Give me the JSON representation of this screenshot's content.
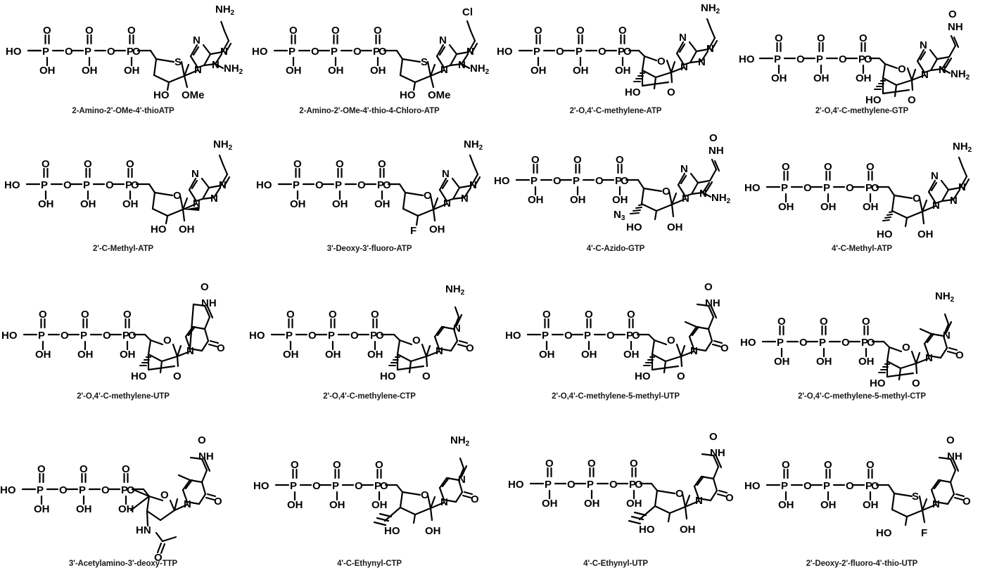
{
  "figure": {
    "type": "chemical-structure-grid",
    "columns": 4,
    "rows": 4,
    "total_structures": 16,
    "background_color": "#ffffff",
    "line_color": "#000000",
    "text_color": "#000000"
  },
  "atom_labels": {
    "ho": "HO",
    "oh": "OH",
    "p": "P",
    "o": "O",
    "n": "N",
    "nh": "NH",
    "s": "S",
    "f": "F",
    "cl": "Cl",
    "nh2_text": "NH",
    "nh2_sub": "2",
    "ome": "OMe",
    "n3_text": "N",
    "n3_sub": "3",
    "hn": "HN"
  },
  "structures": [
    {
      "index": 1,
      "row": 1,
      "col": 1,
      "caption": "2-Amino-2'-OMe-4'-thioATP",
      "base": "2-aminoadenine",
      "sugar": "4'-thio-ribose",
      "phosphates": 3,
      "substituents": [
        "2-NH2",
        "2'-OMe",
        "3'-OH",
        "4'-S"
      ],
      "labels": {
        "ring_hetero": "S",
        "c2_sub": "OMe",
        "c3_sub": "HO",
        "base_nh2_top": "NH2",
        "base_nh2_side": "NH2"
      }
    },
    {
      "index": 2,
      "row": 1,
      "col": 2,
      "caption": "2-Amino-2'-OMe-4'-thio-4-Chloro-ATP",
      "base": "2-amino-6-chloropurine",
      "sugar": "4'-thio-ribose",
      "phosphates": 3,
      "substituents": [
        "6-Cl",
        "2-NH2",
        "2'-OMe",
        "3'-OH",
        "4'-S"
      ],
      "labels": {
        "ring_hetero": "S",
        "c2_sub": "OMe",
        "c3_sub": "HO",
        "base_halogen": "Cl",
        "base_nh2_side": "NH2"
      }
    },
    {
      "index": 3,
      "row": 1,
      "col": 3,
      "caption": "2'-O,4'-C-methylene-ATP",
      "base": "adenine",
      "sugar": "LNA bicyclic ribose",
      "phosphates": 3,
      "substituents": [
        "2'-O,4'-C-methylene bridge",
        "3'-OH"
      ],
      "labels": {
        "ring_hetero": "O",
        "bridge_o": "O",
        "c3_sub": "HO",
        "base_nh2_top": "NH2"
      }
    },
    {
      "index": 4,
      "row": 1,
      "col": 4,
      "caption": "2'-O,4'-C-methylene-GTP",
      "base": "guanine",
      "sugar": "LNA bicyclic ribose",
      "phosphates": 3,
      "substituents": [
        "2'-O,4'-C-methylene bridge",
        "3'-OH"
      ],
      "labels": {
        "ring_hetero": "O",
        "bridge_o": "O",
        "c3_sub": "HO",
        "base_carbonyl": "O",
        "base_nh": "NH",
        "base_nh2_side": "NH2"
      }
    },
    {
      "index": 5,
      "row": 2,
      "col": 1,
      "caption": "2'-C-Methyl-ATP",
      "base": "adenine",
      "sugar": "ribose",
      "phosphates": 3,
      "substituents": [
        "2'-CH3",
        "2'-OH",
        "3'-OH"
      ],
      "labels": {
        "ring_hetero": "O",
        "c2_sub": "OH",
        "c3_sub": "HO",
        "base_nh2_top": "NH2"
      }
    },
    {
      "index": 6,
      "row": 2,
      "col": 2,
      "caption": "3'-Deoxy-3'-fluoro-ATP",
      "base": "adenine",
      "sugar": "3'-deoxy-3'-fluoro-ribose",
      "phosphates": 3,
      "substituents": [
        "3'-F",
        "2'-OH"
      ],
      "labels": {
        "ring_hetero": "O",
        "c2_sub": "OH",
        "c3_sub": "F",
        "base_nh2_top": "NH2"
      }
    },
    {
      "index": 7,
      "row": 2,
      "col": 3,
      "caption": "4'-C-Azido-GTP",
      "base": "guanine",
      "sugar": "ribose",
      "phosphates": 3,
      "substituents": [
        "4'-N3",
        "2'-OH",
        "3'-OH"
      ],
      "labels": {
        "ring_hetero": "O",
        "c4_sub": "N3",
        "c2_sub": "OH",
        "c3_sub": "HO",
        "base_carbonyl": "O",
        "base_nh": "NH",
        "base_nh2_side": "NH2"
      }
    },
    {
      "index": 8,
      "row": 2,
      "col": 4,
      "caption": "4'-C-Methyl-ATP",
      "base": "adenine",
      "sugar": "ribose",
      "phosphates": 3,
      "substituents": [
        "4'-CH3",
        "2'-OH",
        "3'-OH"
      ],
      "labels": {
        "ring_hetero": "O",
        "c2_sub": "OH",
        "c3_sub": "HO",
        "base_nh2_top": "NH2"
      }
    },
    {
      "index": 9,
      "row": 3,
      "col": 1,
      "caption": "2'-O,4'-C-methylene-UTP",
      "base": "uracil",
      "sugar": "LNA bicyclic ribose",
      "phosphates": 3,
      "substituents": [
        "2'-O,4'-C-methylene bridge",
        "3'-OH"
      ],
      "labels": {
        "ring_hetero": "O",
        "bridge_o": "O",
        "c3_sub": "HO",
        "base_o4": "O",
        "base_nh": "NH",
        "base_o2": "O"
      }
    },
    {
      "index": 10,
      "row": 3,
      "col": 2,
      "caption": "2'-O,4'-C-methylene-CTP",
      "base": "cytosine",
      "sugar": "LNA bicyclic ribose",
      "phosphates": 3,
      "substituents": [
        "2'-O,4'-C-methylene bridge",
        "3'-OH"
      ],
      "labels": {
        "ring_hetero": "O",
        "bridge_o": "O",
        "c3_sub": "HO",
        "base_nh2_top": "NH2",
        "base_n": "N",
        "base_o2": "O"
      }
    },
    {
      "index": 11,
      "row": 3,
      "col": 3,
      "caption": "2'-O,4'-C-methylene-5-methyl-UTP",
      "base": "5-methyluracil",
      "sugar": "LNA bicyclic ribose",
      "phosphates": 3,
      "substituents": [
        "5-CH3",
        "2'-O,4'-C-methylene bridge",
        "3'-OH"
      ],
      "labels": {
        "ring_hetero": "O",
        "bridge_o": "O",
        "c3_sub": "HO",
        "base_o4": "O",
        "base_nh": "NH",
        "base_o2": "O"
      }
    },
    {
      "index": 12,
      "row": 3,
      "col": 4,
      "caption": "2'-O,4'-C-methylene-5-methyl-CTP",
      "base": "5-methylcytosine",
      "sugar": "LNA bicyclic ribose",
      "phosphates": 3,
      "substituents": [
        "5-CH3",
        "2'-O,4'-C-methylene bridge",
        "3'-OH"
      ],
      "labels": {
        "ring_hetero": "O",
        "bridge_o": "O",
        "c3_sub": "HO",
        "base_nh2_top": "NH2",
        "base_n": "N",
        "base_o2": "O"
      }
    },
    {
      "index": 13,
      "row": 4,
      "col": 1,
      "caption": "3'-Acetylamino-3'-deoxy-TTP",
      "base": "thymine",
      "sugar": "3'-deoxy-3'-acetamido-ribose",
      "phosphates": 3,
      "substituents": [
        "3'-NHC(O)CH3"
      ],
      "labels": {
        "ring_hetero": "O",
        "amide_hn": "HN",
        "amide_o": "O",
        "base_o4": "O",
        "base_nh": "NH",
        "base_o2": "O"
      }
    },
    {
      "index": 14,
      "row": 4,
      "col": 2,
      "caption": "4'-C-Ethynyl-CTP",
      "base": "cytosine",
      "sugar": "ribose",
      "phosphates": 3,
      "substituents": [
        "4'-C≡CH",
        "2'-OH",
        "3'-OH"
      ],
      "labels": {
        "ring_hetero": "O",
        "c2_sub": "OH",
        "c3_sub": "HO",
        "base_nh2_top": "NH2",
        "base_n": "N",
        "base_o2": "O"
      }
    },
    {
      "index": 15,
      "row": 4,
      "col": 3,
      "caption": "4'-C-Ethynyl-UTP",
      "base": "uracil",
      "sugar": "ribose",
      "phosphates": 3,
      "substituents": [
        "4'-C≡CH",
        "2'-OH",
        "3'-OH"
      ],
      "labels": {
        "ring_hetero": "O",
        "c2_sub": "OH",
        "c3_sub": "HO",
        "base_o4": "O",
        "base_nh": "NH",
        "base_o2": "O"
      }
    },
    {
      "index": 16,
      "row": 4,
      "col": 4,
      "caption": "2'-Deoxy-2'-fluoro-4'-thio-UTP",
      "base": "uracil",
      "sugar": "4'-thio-2'-deoxy-2'-fluoro-ribose",
      "phosphates": 3,
      "substituents": [
        "2'-F",
        "3'-OH",
        "4'-S"
      ],
      "labels": {
        "ring_hetero": "S",
        "c2_sub": "F",
        "c3_sub": "HO",
        "base_o4": "O",
        "base_nh": "NH",
        "base_o2": "O"
      }
    }
  ]
}
